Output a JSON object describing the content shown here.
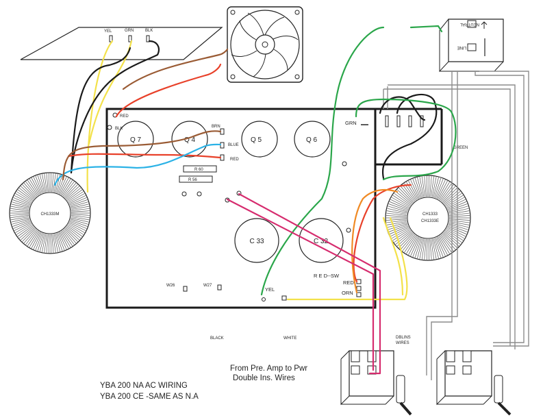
{
  "colors": {
    "black": "#1a1a1a",
    "red": "#e8412a",
    "yellow": "#f3e14a",
    "green": "#2aa64a",
    "blue": "#2bb2e6",
    "brown": "#9a5b34",
    "orange": "#f08a24",
    "magenta": "#d62c6e",
    "grey": "#8c8c8c"
  },
  "top_labels": {
    "yel": "YEL",
    "grn": "GRN",
    "blk": "BLK"
  },
  "board_left": {
    "red": "RED",
    "blk": "BLK"
  },
  "board_mid": {
    "brn": "BRN",
    "blue": "BLUE",
    "red": "RED",
    "r60": "R 60",
    "r56": "R 56"
  },
  "transistors": [
    "Q 7",
    "Q 4",
    "Q 5",
    "Q 6"
  ],
  "capacitors": [
    "C 33",
    "C 32"
  ],
  "transformer_left": "CH1333M",
  "transformer_right": {
    "line1": "CH1333",
    "line2": "CH1333E"
  },
  "grn_terminal": "GRN",
  "green_label": "GREEN",
  "rear_sw": {
    "title": "R E D--SW",
    "red": "RED",
    "orn": "ORN",
    "yel": "YEL"
  },
  "w26": "W26",
  "w27": "W27",
  "black_label": "BLACK",
  "white_label": "WHITE",
  "preamp_note": {
    "line1": "From  Pre. Amp to Pwr",
    "line2": "Double  Ins. Wires"
  },
  "dblins": {
    "line1": "DBLINS",
    "line2": "WIRES"
  },
  "title": {
    "line1": "YBA  200  NA  AC  WIRING",
    "line2": "YBA  200  CE -SAME AS N.A"
  },
  "iec": {
    "neutral": "NEUTRAL",
    "line": "LINE"
  }
}
